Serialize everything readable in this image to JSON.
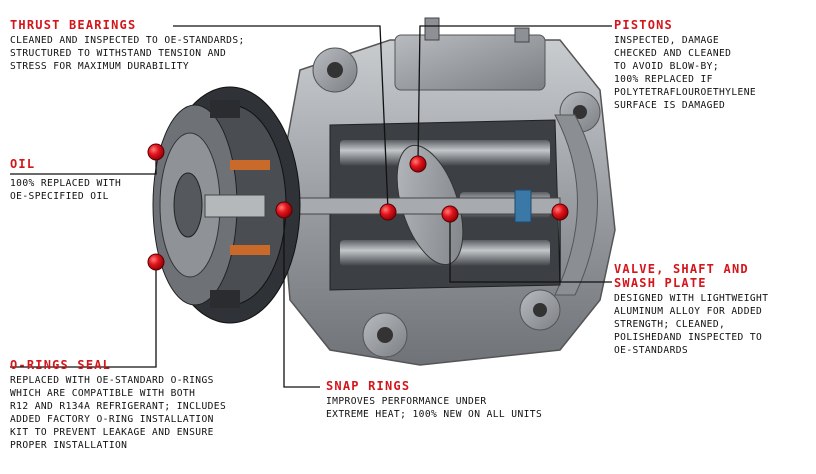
{
  "colors": {
    "accent": "#d4161c",
    "text": "#111111",
    "background": "#ffffff"
  },
  "callouts": {
    "thrust_bearings": {
      "title": "THRUST BEARINGS",
      "lines": [
        "CLEANED AND INSPECTED TO OE-STANDARDS;",
        "STRUCTURED TO WITHSTAND TENSION AND",
        "STRESS FOR MAXIMUM DURABILITY"
      ]
    },
    "pistons": {
      "title": "PISTONS",
      "lines": [
        "INSPECTED, DAMAGE",
        "CHECKED AND CLEANED",
        "TO AVOID BLOW-BY;",
        "100% REPLACED IF",
        "POLYTETRAFLOUROETHYLENE",
        "SURFACE IS DAMAGED"
      ]
    },
    "oil": {
      "title": "OIL",
      "lines": [
        "100% REPLACED WITH",
        "OE-SPECIFIED OIL"
      ]
    },
    "valve_shaft": {
      "title_line1": "VALVE, SHAFT AND",
      "title_line2": "SWASH PLATE",
      "lines": [
        "DESIGNED WITH LIGHTWEIGHT",
        "ALUMINUM ALLOY FOR ADDED",
        "STRENGTH; CLEANED,",
        "POLISHEDAND INSPECTED TO",
        "OE-STANDARDS"
      ]
    },
    "o_rings": {
      "title": "O-RINGS SEAL",
      "lines": [
        "REPLACED WITH OE-STANDARD O-RINGS",
        "WHICH ARE COMPATIBLE WITH BOTH",
        "R12 AND R134A REFRIGERANT; INCLUDES",
        "ADDED FACTORY O-RING INSTALLATION",
        "KIT TO PREVENT LEAKAGE AND ENSURE",
        "PROPER INSTALLATION"
      ]
    },
    "snap_rings": {
      "title": "SNAP RINGS",
      "lines": [
        "IMPROVES PERFORMANCE UNDER",
        "EXTREME HEAT; 100% NEW ON  ALL UNITS"
      ]
    }
  }
}
